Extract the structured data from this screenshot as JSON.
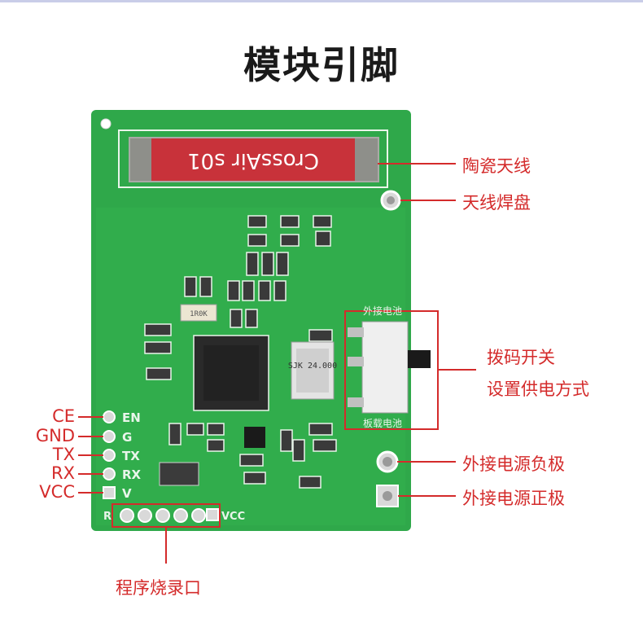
{
  "title": "模块引脚",
  "left_pins": [
    "CE",
    "GND",
    "TX",
    "RX",
    "VCC"
  ],
  "right_callouts": {
    "ceramic_antenna": "陶瓷天线",
    "antenna_pad": "天线焊盘",
    "dip_switch_line1": "拨码开关",
    "dip_switch_line2": "设置供电方式",
    "ext_power_negative": "外接电源负极",
    "ext_power_positive": "外接电源正极"
  },
  "bottom_callout": "程序烧录口",
  "silkscreen": {
    "antenna_text": "CrossAir s01",
    "pin_labels": [
      "EN",
      "G",
      "TX",
      "RX",
      "V"
    ],
    "header_left": "R",
    "header_right": "VCC",
    "switch_top": "外接电池",
    "switch_bottom": "板载电池",
    "crystal": "SJK 24.000",
    "resistor": "1R0K"
  },
  "colors": {
    "pcb": "#2fa84a",
    "pcb_dark": "#1f8a38",
    "callout": "#d42b2b",
    "antenna": "#c8323a"
  }
}
